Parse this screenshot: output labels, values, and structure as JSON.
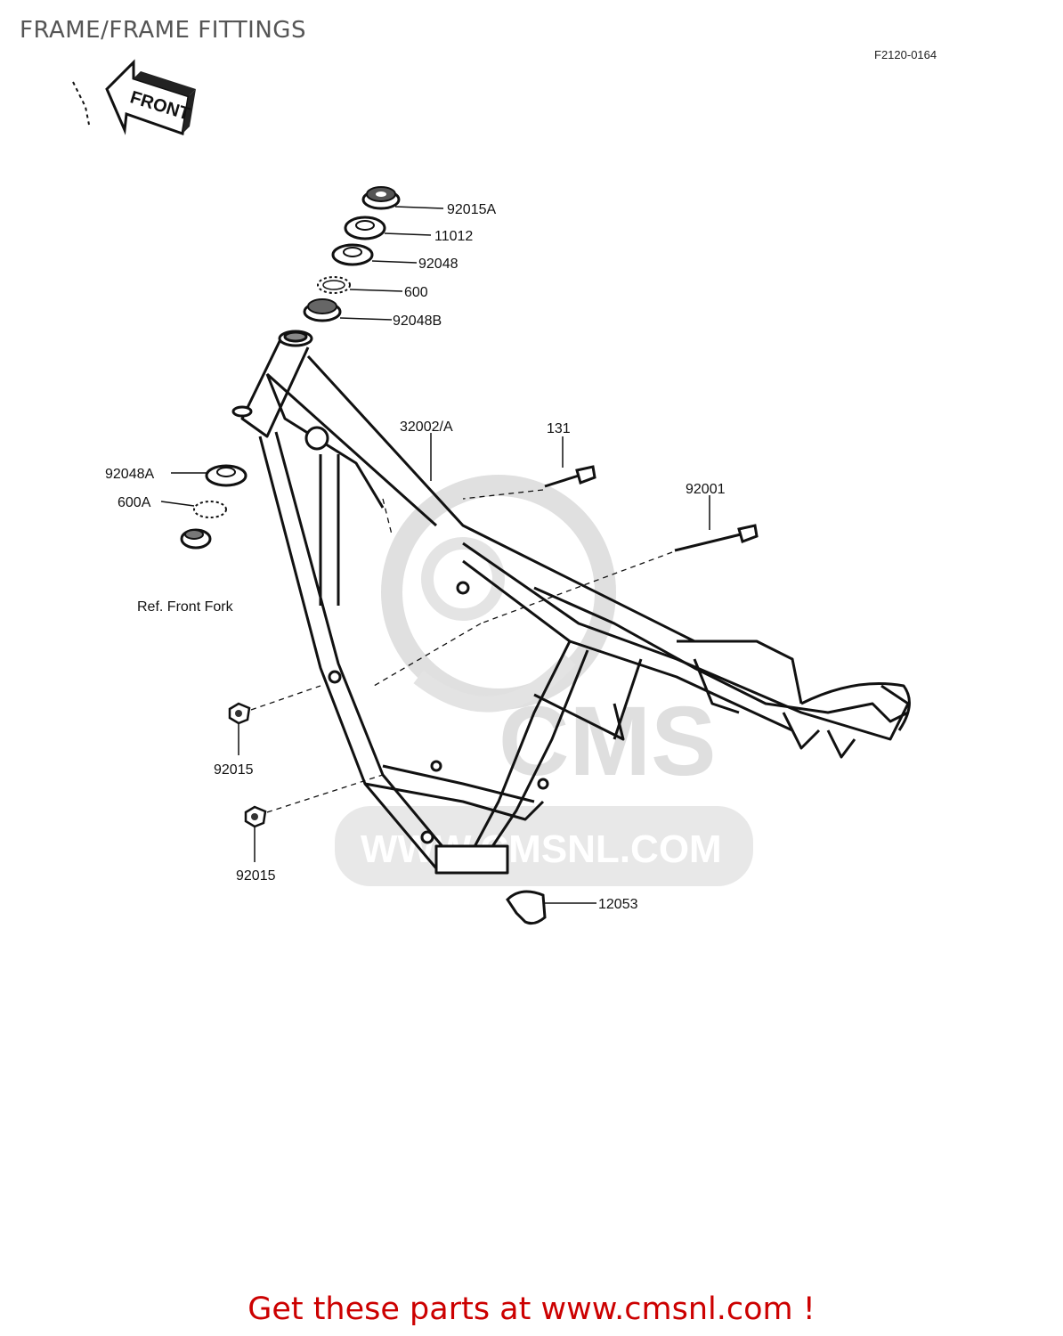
{
  "page": {
    "title": "FRAME/FRAME FITTINGS",
    "document_code": "F2120-0164",
    "front_arrow_text": "FRONT",
    "watermark_url": "WWW.CMSNL.COM",
    "footer_text": "Get these parts at www.cmsnl.com !"
  },
  "labels": {
    "p92015A": "92015A",
    "p11012": "11012",
    "p92048": "92048",
    "p600": "600",
    "p92048B": "92048B",
    "p32002A": "32002/A",
    "p131": "131",
    "p92001": "92001",
    "p92048A": "92048A",
    "p600A": "600A",
    "ref_front_fork": "Ref.  Front Fork",
    "p92015_upper": "92015",
    "p92015_lower": "92015",
    "p12053": "12053"
  },
  "colors": {
    "footer": "#cc0000",
    "title": "#555555",
    "watermark": "#d8d8d8",
    "line": "#111111"
  }
}
